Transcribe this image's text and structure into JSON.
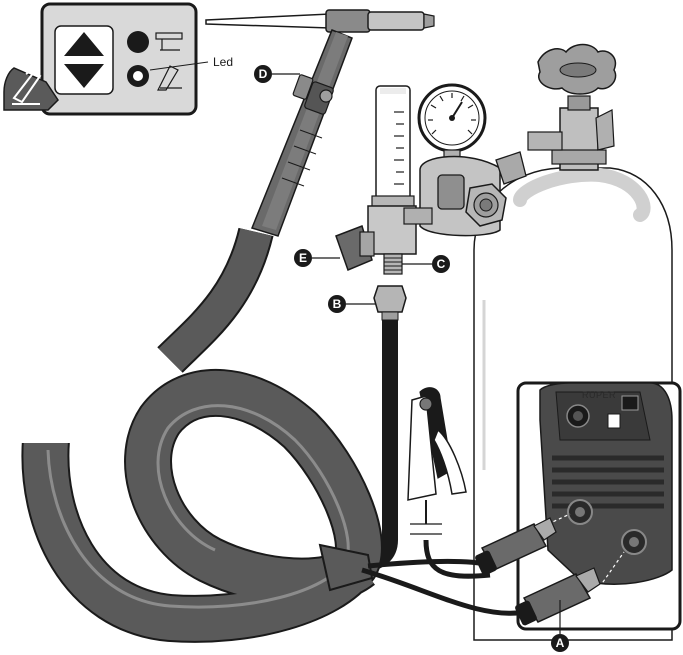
{
  "panel": {
    "led_label": "Led",
    "icons": [
      "up-down-arrows-icon",
      "tig-torch-icon",
      "mma-electrode-icon",
      "stick-holder-icon",
      "led-indicator-icon"
    ]
  },
  "callouts": {
    "a": "A",
    "b": "B",
    "c": "C",
    "d": "D",
    "e": "E"
  },
  "machine": {
    "brand": "RUPER"
  },
  "colors": {
    "outline": "#1a1a1a",
    "hose": "#5a5a5a",
    "hose_highlight": "#8c8c8c",
    "metal": "#bdbdbd",
    "panel_bg": "#d9d9d9",
    "callout_fill": "#1a1a1a"
  }
}
